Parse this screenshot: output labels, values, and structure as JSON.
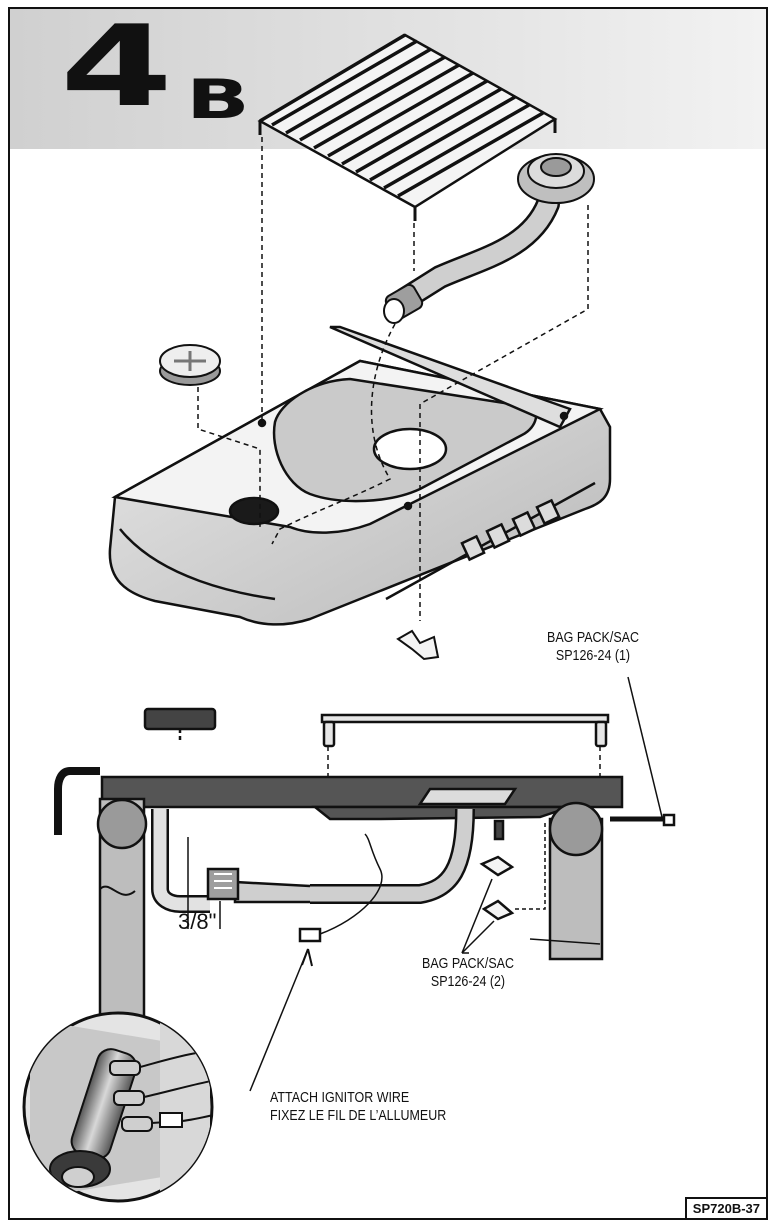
{
  "step": {
    "number": "4",
    "letter": "B"
  },
  "callouts": {
    "bag_pack_1_line1": "BAG PACK/SAC",
    "bag_pack_1_line2": "SP126-24 (1)",
    "bag_pack_2_line1": "BAG PACK/SAC",
    "bag_pack_2_line2": "SP126-24 (2)",
    "dimension": "3/8\"",
    "ignitor_line1": "ATTACH IGNITOR WIRE",
    "ignitor_line2": "FIXEZ LE FIL DE L’ALLUMEUR"
  },
  "footer": {
    "part_code": "SP720B-37"
  }
}
